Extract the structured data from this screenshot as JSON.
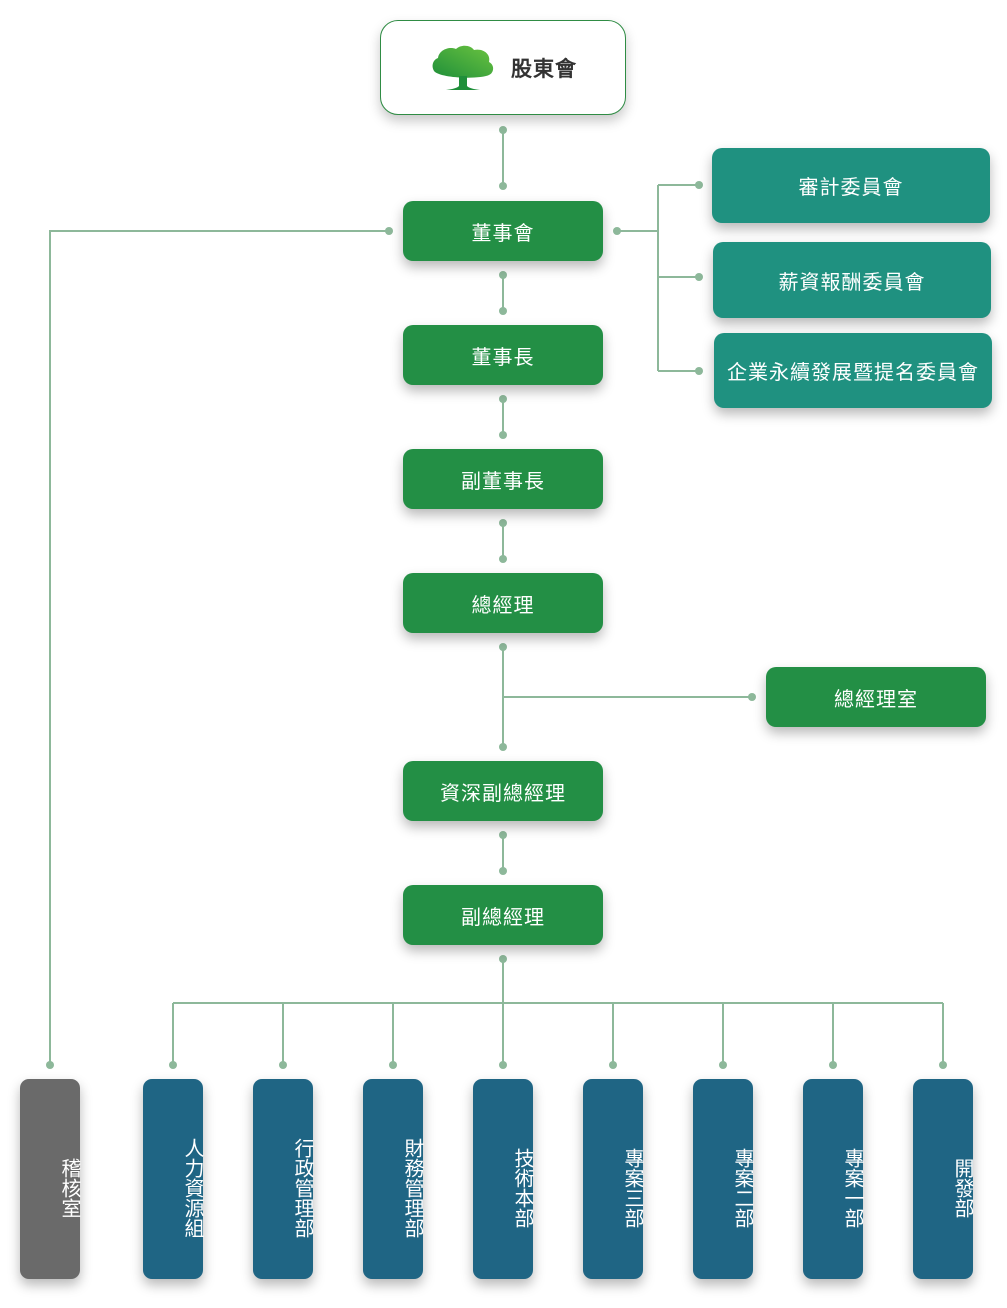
{
  "diagram": {
    "type": "organization-chart",
    "root": {
      "label": "股東會",
      "icon": "tree-logo-icon"
    },
    "main_chain": [
      {
        "id": "board",
        "label": "董事會"
      },
      {
        "id": "chairman",
        "label": "董事長"
      },
      {
        "id": "vice-chairman",
        "label": "副董事長"
      },
      {
        "id": "president",
        "label": "總經理"
      },
      {
        "id": "senior-vp",
        "label": "資深副總經理"
      },
      {
        "id": "vp",
        "label": "副總經理"
      }
    ],
    "committees": [
      {
        "label": "審計委員會"
      },
      {
        "label": "薪資報酬委員會"
      },
      {
        "label": "企業永續發展暨提名委員會"
      }
    ],
    "president_office": {
      "label": "總經理室"
    },
    "audit_office": {
      "label": "稽核室"
    },
    "departments": [
      {
        "label": "人力資源組"
      },
      {
        "label": "行政管理部"
      },
      {
        "label": "財務管理部"
      },
      {
        "label": "技術本部"
      },
      {
        "label": "專案三部"
      },
      {
        "label": "專案二部"
      },
      {
        "label": "專案一部"
      },
      {
        "label": "開發部"
      }
    ],
    "colors": {
      "main_box": "#238f45",
      "committee_box": "#1f9180",
      "department_box": "#1f6584",
      "audit_box": "#6a6a6a",
      "connector": "#8db89a"
    }
  }
}
